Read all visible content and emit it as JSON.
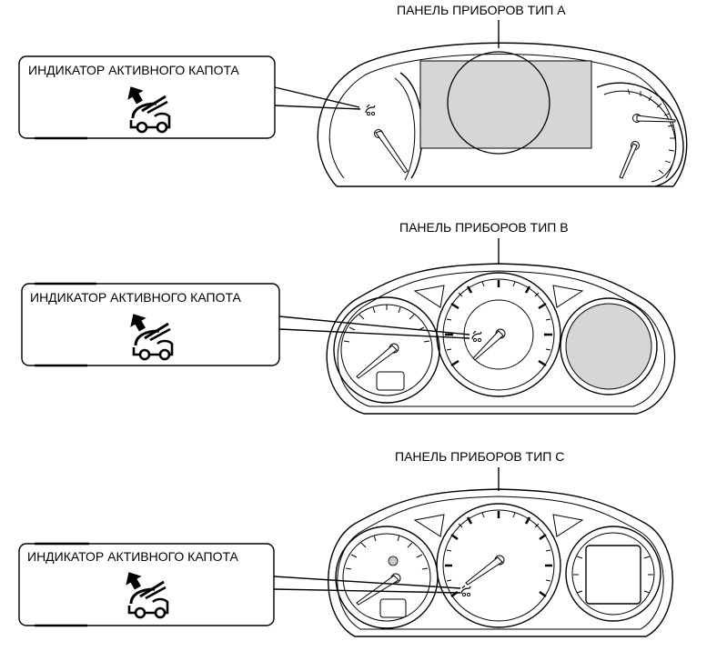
{
  "panels": [
    {
      "title": "ПАНЕЛЬ ПРИБОРОВ ТИП А",
      "callout": "ИНДИКАТОР АКТИВНОГО КАПОТА"
    },
    {
      "title": "ПАНЕЛЬ ПРИБОРОВ ТИП В",
      "callout": "ИНДИКАТОР АКТИВНОГО КАПОТА"
    },
    {
      "title": "ПАНЕЛЬ ПРИБОРОВ ТИП С",
      "callout": "ИНДИКАТОР АКТИВНОГО КАПОТА"
    }
  ],
  "icons": {
    "indicator": "active-bonnet-icon"
  }
}
